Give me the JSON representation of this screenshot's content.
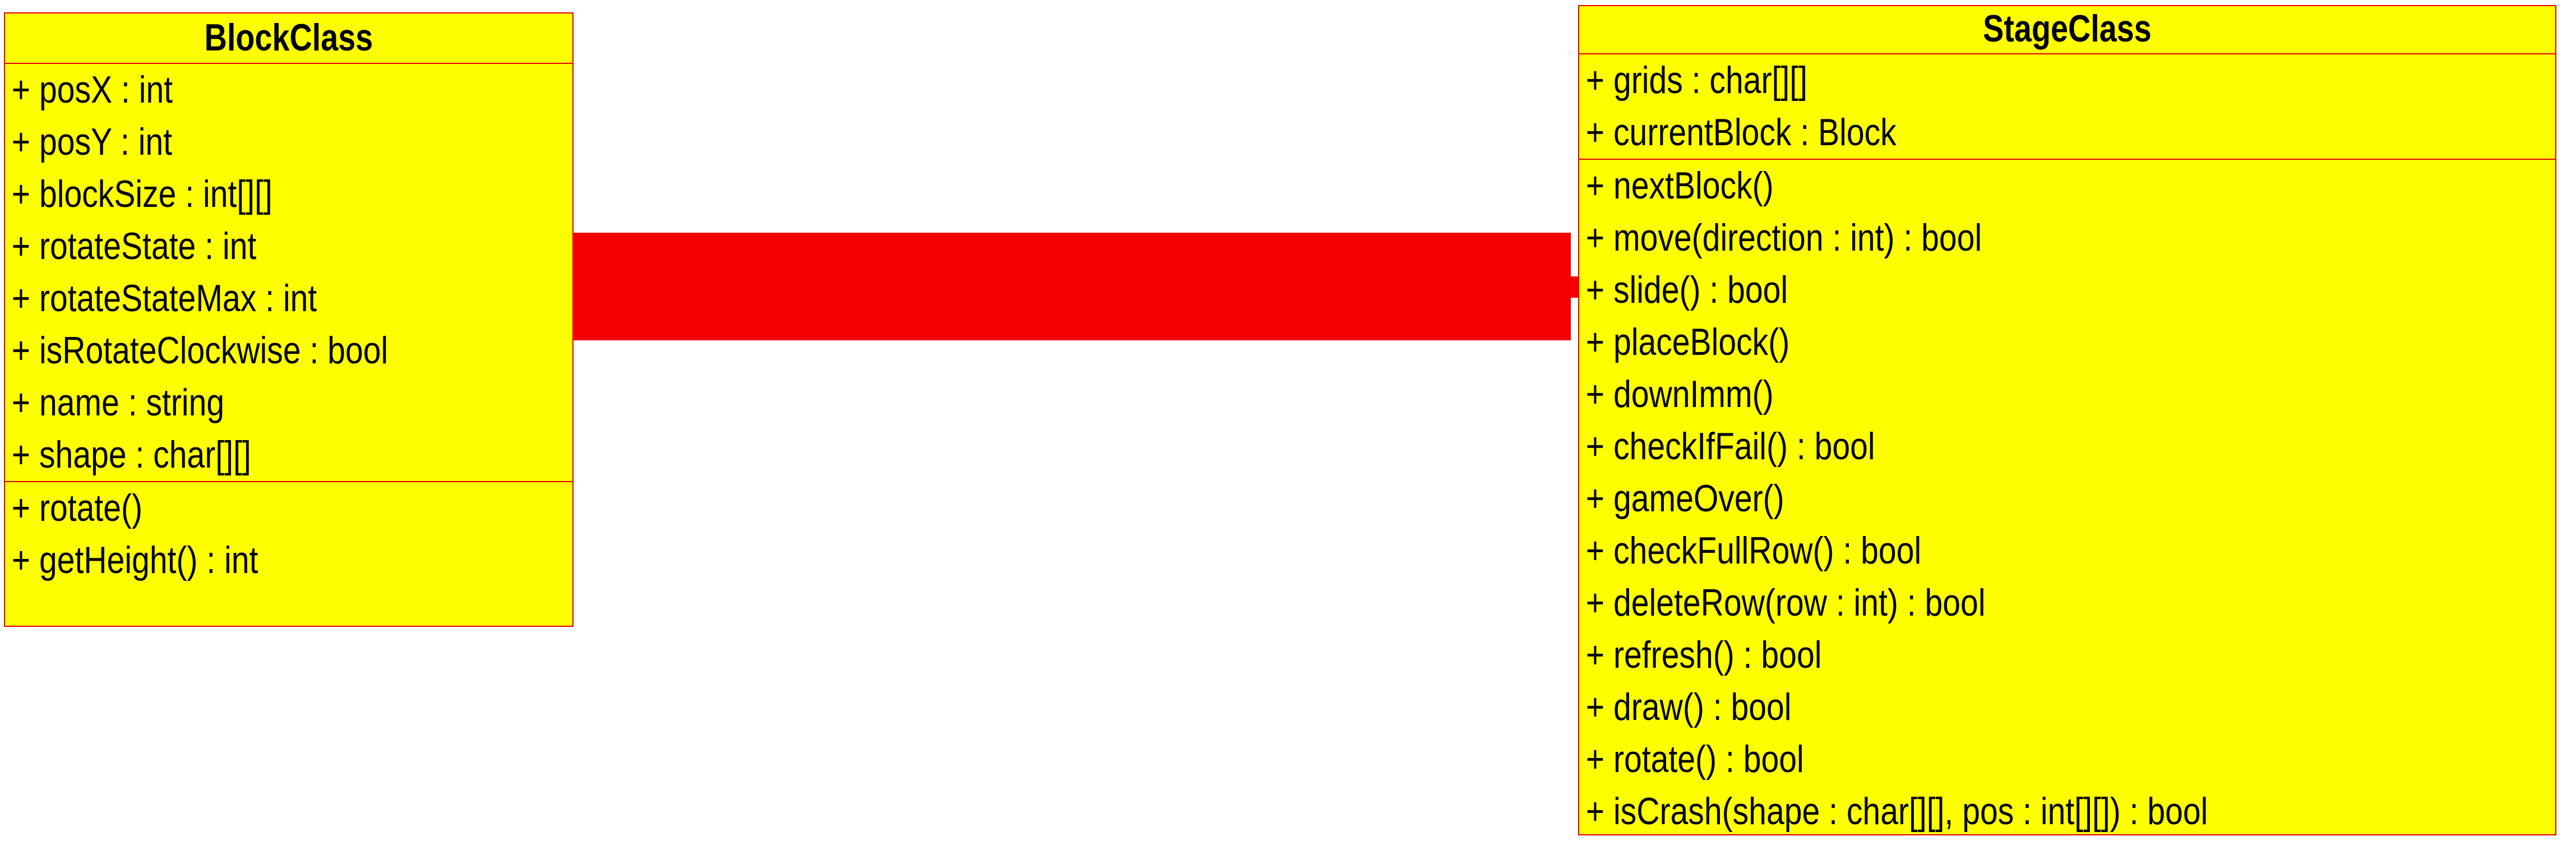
{
  "diagram": {
    "type": "uml-class-diagram",
    "background_color": "#ffffff",
    "classes": [
      {
        "id": "block-class",
        "name": "BlockClass",
        "fill_color": "#ffff00",
        "border_color": "#e00000",
        "text_color": "#000000",
        "attributes": [
          "+ posX : int",
          "+ posY : int",
          "+ blockSize : int[][]",
          "+ rotateState : int",
          "+ rotateStateMax : int",
          "+ isRotateClockwise : bool",
          "+ name : string",
          "+ shape : char[][]"
        ],
        "methods": [
          "+ rotate()",
          "+ getHeight() : int"
        ]
      },
      {
        "id": "stage-class",
        "name": "StageClass",
        "fill_color": "#ffff00",
        "border_color": "#e00000",
        "text_color": "#000000",
        "attributes": [
          "+ grids : char[][]",
          "+ currentBlock : Block"
        ],
        "methods": [
          "+ nextBlock()",
          "+ move(direction : int) : bool",
          "+ slide() : bool",
          "+ placeBlock()",
          "+ downImm()",
          "+ checkIfFail() : bool",
          "+ gameOver()",
          "+ checkFullRow() : bool",
          "+ deleteRow(row : int) : bool",
          "+ refresh() : bool",
          "+ draw() : bool",
          "+ rotate() : bool",
          "+ isCrash(shape : char[][], pos : int[][]) : bool"
        ]
      }
    ],
    "association": {
      "name": "block-stage-association",
      "color": "#f50000",
      "from": "BlockClass",
      "to": "StageClass"
    }
  }
}
